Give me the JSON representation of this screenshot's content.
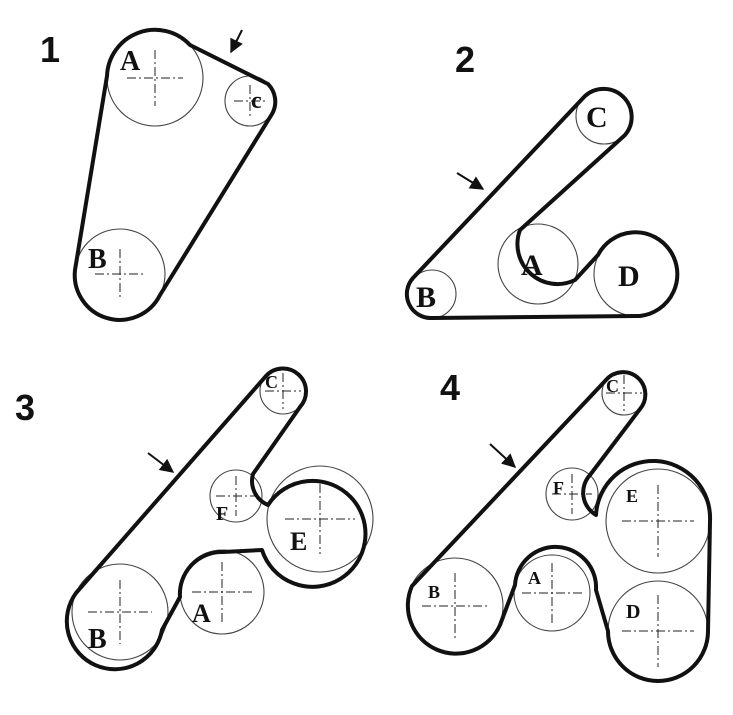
{
  "figure": {
    "panels": [
      {
        "number": "1",
        "pulleys": [
          {
            "label": "A"
          },
          {
            "label": "c"
          },
          {
            "label": "B"
          }
        ]
      },
      {
        "number": "2",
        "pulleys": [
          {
            "label": "C"
          },
          {
            "label": "A"
          },
          {
            "label": "D"
          },
          {
            "label": "B"
          }
        ]
      },
      {
        "number": "3",
        "pulleys": [
          {
            "label": "C"
          },
          {
            "label": "F"
          },
          {
            "label": "E"
          },
          {
            "label": "A"
          },
          {
            "label": "B"
          }
        ]
      },
      {
        "number": "4",
        "pulleys": [
          {
            "label": "C"
          },
          {
            "label": "F"
          },
          {
            "label": "E"
          },
          {
            "label": "A"
          },
          {
            "label": "D"
          },
          {
            "label": "B"
          }
        ]
      }
    ]
  }
}
